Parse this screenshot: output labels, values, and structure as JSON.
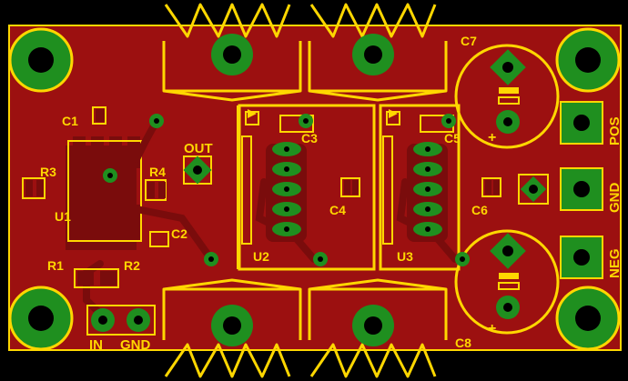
{
  "colors": {
    "background": "#000000",
    "board": "#9c1010",
    "board_dark": "#7a0c0c",
    "copper_pad": "#1f8f1f",
    "pad_dark": "#0f5f0f",
    "silk": "#ffd700",
    "hole": "#000000",
    "trace_light": "#b51a1a"
  },
  "labels": {
    "c1": "C1",
    "c2": "C2",
    "c3": "C3",
    "c4": "C4",
    "c5": "C5",
    "c6": "C6",
    "c7": "C7",
    "c8": "C8",
    "r1": "R1",
    "r2": "R2",
    "r3": "R3",
    "r4": "R4",
    "u1": "U1",
    "u2": "U2",
    "u3": "U3",
    "out": "OUT",
    "in": "IN",
    "gnd": "GND",
    "pos": "POS",
    "gnd_right": "GND",
    "neg": "NEG",
    "plus_c7": "+",
    "plus_c8": "+"
  }
}
